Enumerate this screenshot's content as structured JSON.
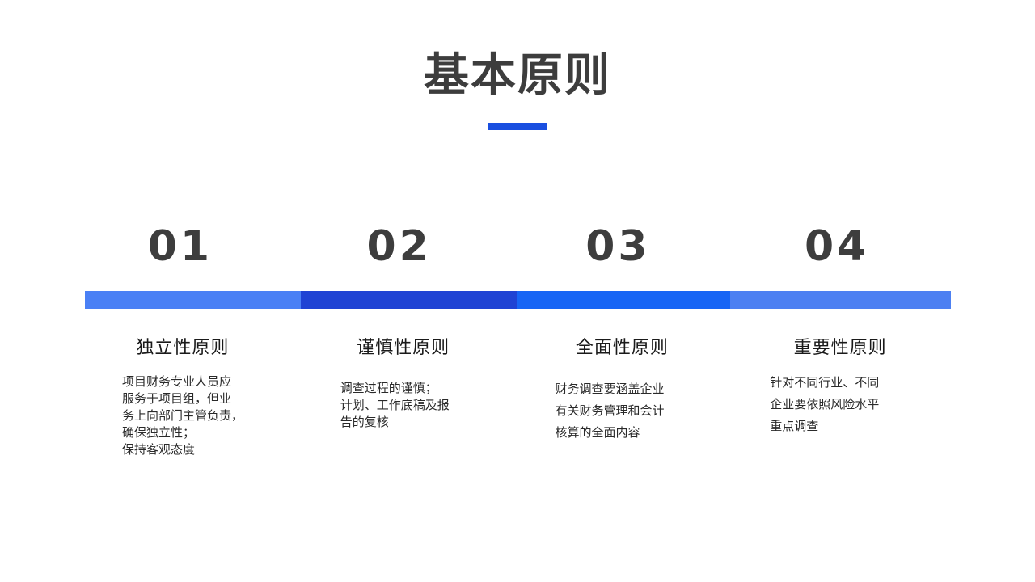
{
  "slide": {
    "title": "基本原则",
    "accent_color": "#1a4fe0",
    "title_color": "#3d3d3d",
    "background": "#ffffff"
  },
  "steps": [
    {
      "number": "01",
      "heading": "独立性原则",
      "body": "项目财务专业人员应\n服务于项目组，但业\n务上向部门主管负责，\n确保独立性；\n保持客观态度",
      "bar_color": "#4a80f5"
    },
    {
      "number": "02",
      "heading": "谨慎性原则",
      "body": "调查过程的谨慎；\n计划、工作底稿及报\n告的复核",
      "bar_color": "#1f43d4"
    },
    {
      "number": "03",
      "heading": "全面性原则",
      "body": "财务调查要涵盖企业\n有关财务管理和会计\n核算的全面内容",
      "bar_color": "#1765f5"
    },
    {
      "number": "04",
      "heading": "重要性原则",
      "body": "针对不同行业、不同\n企业要依照风险水平\n重点调查",
      "bar_color": "#4d80f2"
    }
  ]
}
